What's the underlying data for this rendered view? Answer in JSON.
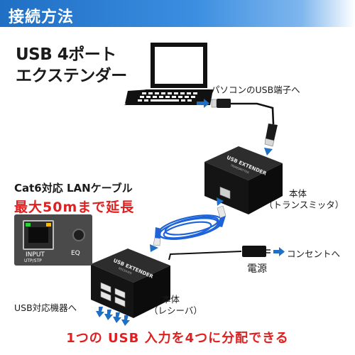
{
  "header": {
    "title": "接続方法"
  },
  "product": {
    "line1": "USB 4ポート",
    "line2": "エクステンダー"
  },
  "labels": {
    "pc_usb": "パソコンのUSB端子へ",
    "transmitter_1": "本体",
    "transmitter_2": "（トランスミッタ）",
    "cable": "Cat6対応 LANケーブル",
    "extension": "最大50mまで延長",
    "outlet": "コンセントへ",
    "power": "電源",
    "receiver_1": "本体",
    "receiver_2": "（レシーバ）",
    "usb_devices": "USB対応機器へ"
  },
  "panel": {
    "input": "INPUT",
    "utp": "UTP/STP",
    "eq": "EQ"
  },
  "device_text": {
    "brand": "USB EXTENDER",
    "tx_sub": "TRANSMITTER",
    "rx_sub": "RECEIVER"
  },
  "footer": "1つの USB 入力を4つに分配できる",
  "colors": {
    "header_blue": "#1f6fc4",
    "accent_red": "#e02020",
    "arrow_blue": "#1f6fc4",
    "cable_blue": "#1e63d8"
  },
  "icons": [
    "laptop-icon",
    "usb-plug-icon",
    "extender-device-icon",
    "power-adapter-icon",
    "arrow-right-icon",
    "lan-port-icon"
  ]
}
